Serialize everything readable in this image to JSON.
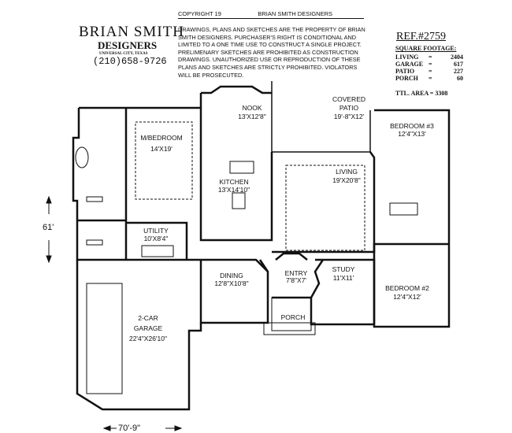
{
  "title_block": {
    "brand_name": "BRIAN  SMITH",
    "brand_sub": "DESIGNERS",
    "brand_city": "UNIVERSAL CITY, TEXAS",
    "phone": "(210)658-9726",
    "copyright_left": "COPYRIGHT 19",
    "copyright_right": "BRIAN  SMITH DESIGNERS",
    "notice": "DRAWINGS, PLANS AND SKETCHES ARE THE PROPERTY OF BRIAN SMITH DESIGNERS.  PURCHASER'S RIGHT IS CONDITIONAL AND LIMITED TO A ONE TIME USE TO CONSTRUCT A SINGLE PROJECT.  PRELIMENARY SKETCHES ARE PROHIBITED AS CONSTRUCTION DRAWINGS.  UNAUTHORIZED USE OR REPRODUCTION OF THESE PLANS AND SKETCHES ARE STRICTLY PROHIBITED.  VIOLATORS WILL BE PROSECUTED."
  },
  "reference": "REF.#2759",
  "square_footage": {
    "title": "SQUARE FOOTAGE:",
    "rows": [
      {
        "label": "LIVING",
        "value": "2404"
      },
      {
        "label": "GARAGE",
        "value": "617"
      },
      {
        "label": "PATIO",
        "value": "227"
      },
      {
        "label": "PORCH",
        "value": "60"
      }
    ],
    "total": "TTL. AREA = 3308"
  },
  "rooms": {
    "master": {
      "name": "M/BEDROOM",
      "size": "14'X19'"
    },
    "nook": {
      "name": "NOOK",
      "size": "13'X12'8\""
    },
    "patio": {
      "name1": "COVERED",
      "name2": "PATIO",
      "size": "19'-8\"X12'"
    },
    "bed3": {
      "name": "BEDROOM #3",
      "size": "12'4\"X13'"
    },
    "kitchen": {
      "name": "KITCHEN",
      "size": "13'X14'10\""
    },
    "living": {
      "name": "LIVING",
      "size": "19'X20'8\""
    },
    "utility": {
      "name": "UTILITY",
      "size": "10'X8'4\""
    },
    "dining": {
      "name": "DINING",
      "size": "12'8\"X10'8\""
    },
    "entry": {
      "name": "ENTRY",
      "size": "7'8\"X7'"
    },
    "study": {
      "name": "STUDY",
      "size": "11'X11'"
    },
    "bed2": {
      "name": "BEDROOM #2",
      "size": "12'4\"X12'"
    },
    "porch": {
      "name": "PORCH"
    },
    "garage": {
      "name1": "2-CAR",
      "name2": "GARAGE",
      "size": "22'4\"X26'10\""
    }
  },
  "dimensions": {
    "depth": "61'",
    "width": "70'-9\""
  }
}
